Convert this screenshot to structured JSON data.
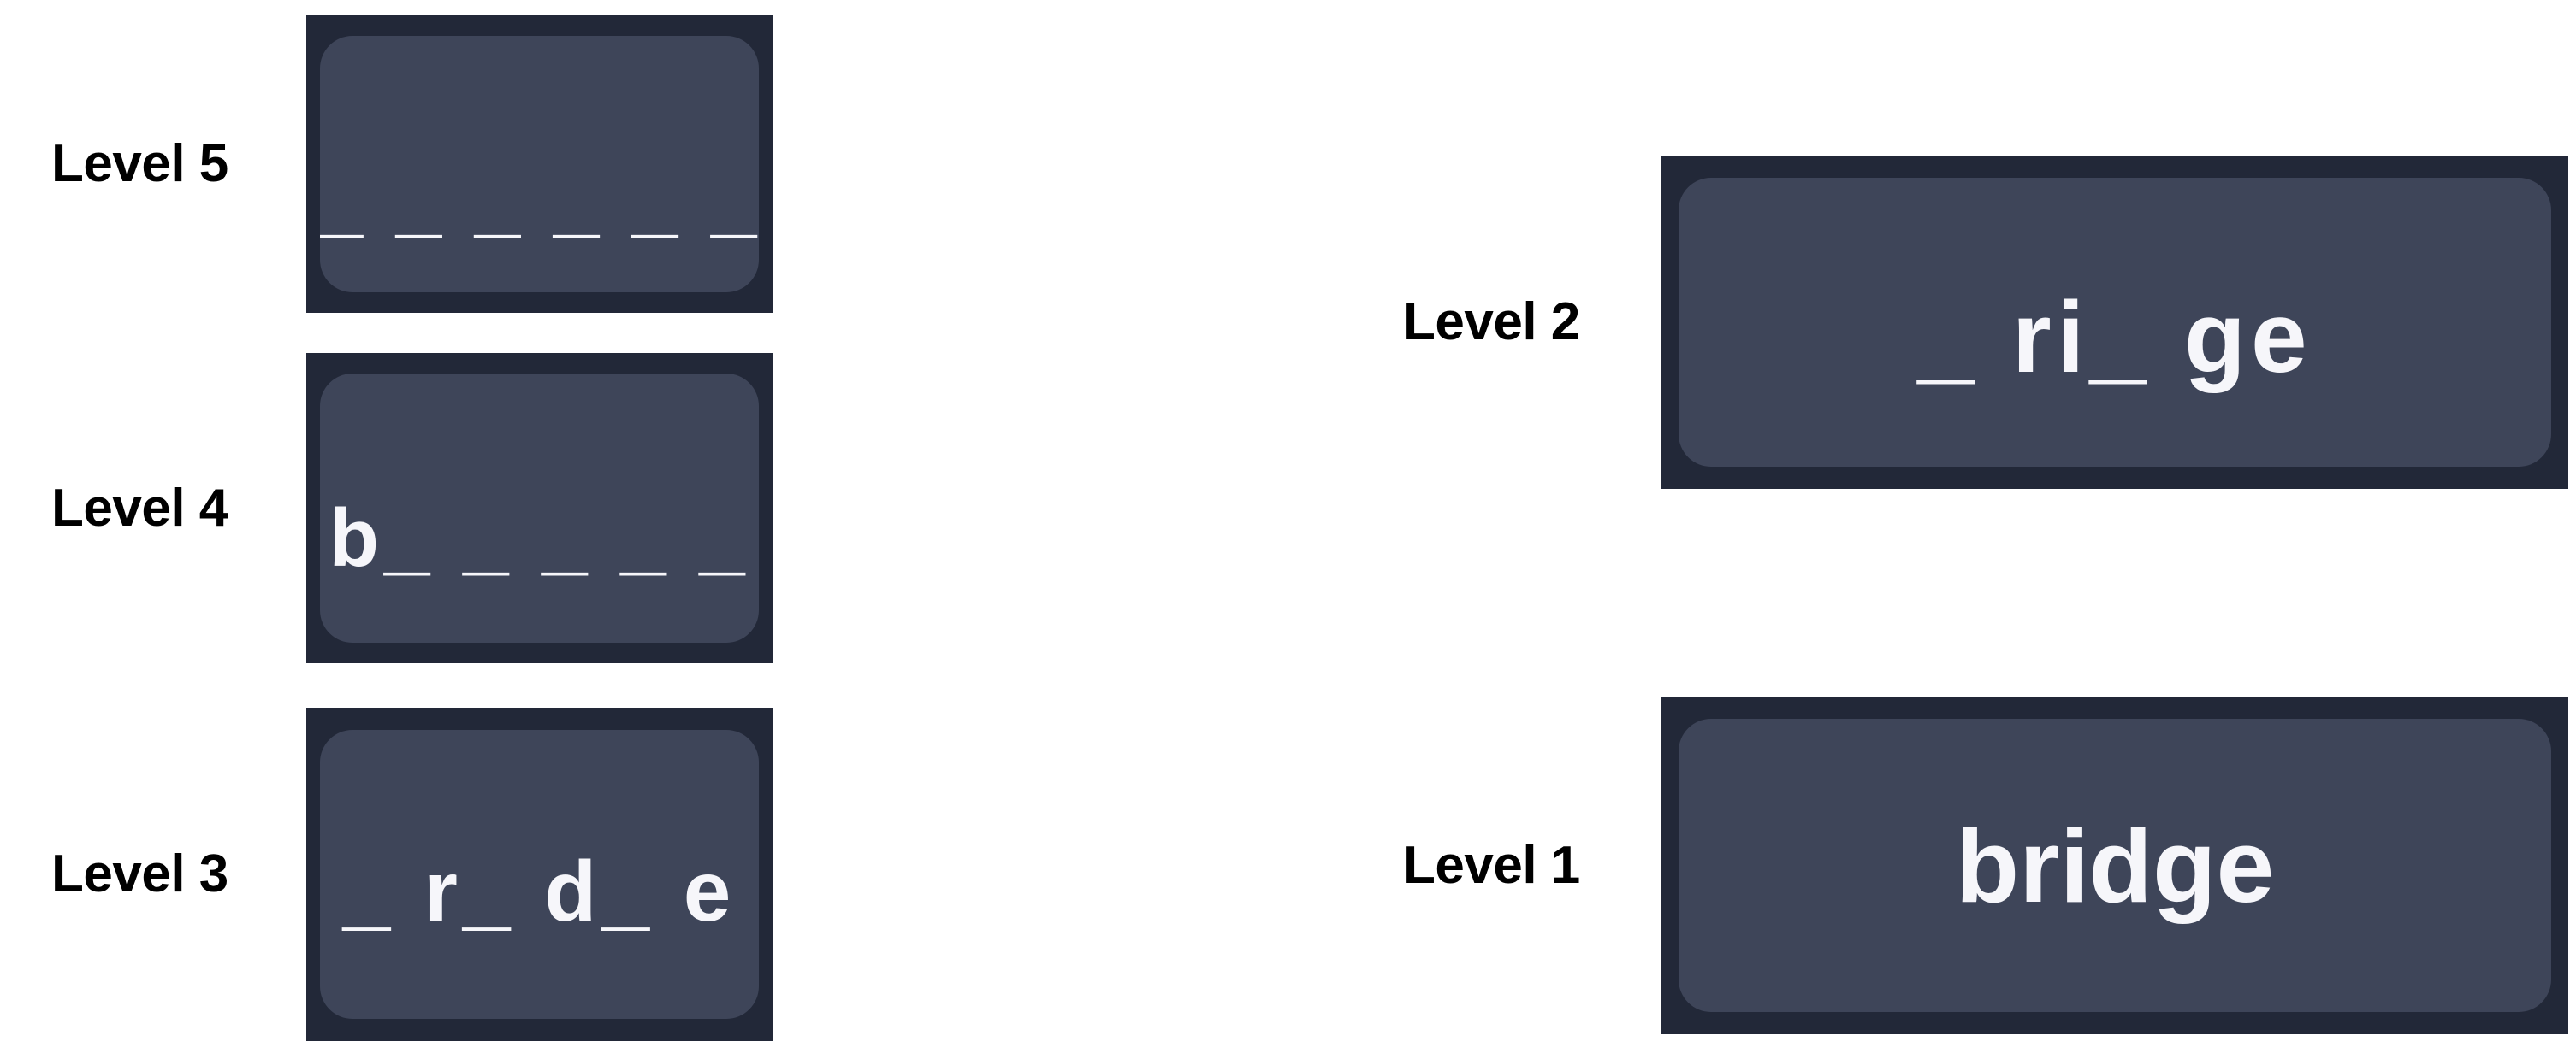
{
  "puzzle": {
    "answer_word": "bridge",
    "word_length": 6,
    "background_color": "#ffffff",
    "card_frame_color": "#222838",
    "card_fill_color": "#3e4559",
    "card_text_color": "#f6f6fa",
    "label_text_color": "#000000"
  },
  "levels": [
    {
      "id": "level5",
      "label": "Level 5",
      "display": "_ _ _ _ _ _",
      "revealed_letters": [],
      "hidden_count": 6,
      "column": "left",
      "order": 1
    },
    {
      "id": "level4",
      "label": "Level 4",
      "display": "b_ _ _ _ _",
      "revealed_letters": [
        "b"
      ],
      "hidden_count": 5,
      "column": "left",
      "order": 2
    },
    {
      "id": "level3",
      "label": "Level 3",
      "display": "_ r_ d_ e",
      "revealed_letters": [
        "r",
        "d",
        "e"
      ],
      "hidden_count": 3,
      "column": "left",
      "order": 3
    },
    {
      "id": "level2",
      "label": "Level 2",
      "display": "_ ri_ ge",
      "revealed_letters": [
        "r",
        "i",
        "g",
        "e"
      ],
      "hidden_count": 2,
      "column": "right",
      "order": 4
    },
    {
      "id": "level1",
      "label": "Level 1",
      "display": "bridge",
      "revealed_letters": [
        "b",
        "r",
        "i",
        "d",
        "g",
        "e"
      ],
      "hidden_count": 0,
      "column": "right",
      "order": 5
    }
  ]
}
